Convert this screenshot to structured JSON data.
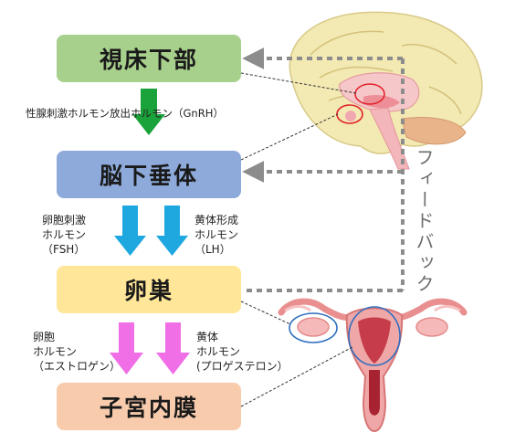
{
  "boxes": {
    "hypothalamus": {
      "label": "視床下部"
    },
    "pituitary": {
      "label": "脳下垂体"
    },
    "ovary": {
      "label": "卵巣"
    },
    "endometrium": {
      "label": "子宮内膜"
    }
  },
  "hormones": {
    "gnrh": "性腺刺激ホルモン放出ホルモン（GnRH）",
    "fsh": [
      "卵胞刺激",
      "ホルモン",
      "（FSH）"
    ],
    "lh": [
      "黄体形成",
      "ホルモン",
      "（LH）"
    ],
    "estrogen": [
      "卵胞",
      "ホルモン",
      "（エストロゲン）"
    ],
    "progesterone": [
      "黄体",
      "ホルモン",
      "(プロゲステロン）"
    ]
  },
  "feedback_label": "フィードバック",
  "colors": {
    "hypothalamus": "#a8d08d",
    "pituitary": "#8eaadb",
    "ovary": "#ffe699",
    "endometrium": "#f8cbad",
    "green_arrow": "#1aa33a",
    "blue_arrow": "#1fa8e0",
    "pink_arrow": "#f06ee6",
    "feedback_line": "#8c8c8c"
  },
  "icons": [
    "brain-illustration",
    "uterus-illustration"
  ]
}
